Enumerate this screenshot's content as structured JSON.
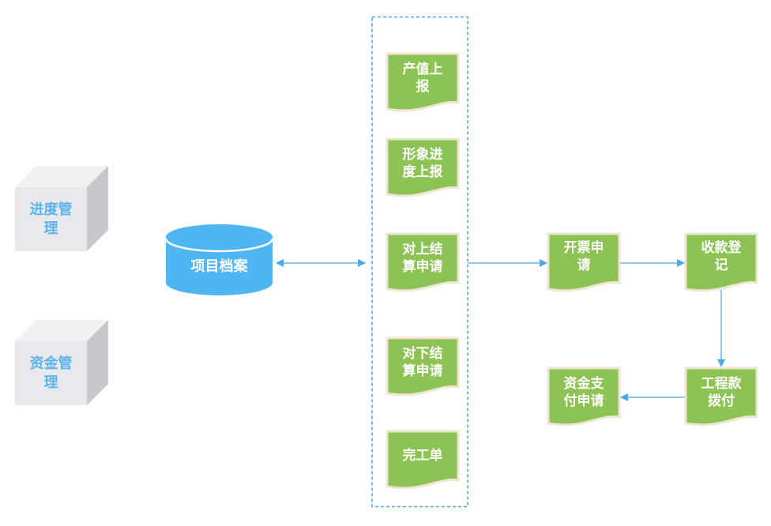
{
  "diagram": {
    "colors": {
      "cube_front": "#e9e9ed",
      "cube_top": "#f1f1f4",
      "cube_side": "#c7c7cc",
      "cube_text": "#5ab4ec",
      "database_fill": "#4fb6f2",
      "database_rim": "#ffffff",
      "document_fill": "#8dc255",
      "document_border": "#efe6d2",
      "connector": "#4aaae8",
      "container_border": "#4aaae8"
    },
    "cubes": [
      {
        "id": "progress-management",
        "label": "进度管\n理"
      },
      {
        "id": "fund-management",
        "label": "资金管\n理"
      }
    ],
    "database": {
      "id": "project-archive",
      "label": "项目档案"
    },
    "container": {
      "id": "settlement-group"
    },
    "group_documents": [
      {
        "id": "output-value-report",
        "label": "产值上\n报"
      },
      {
        "id": "image-progress-report",
        "label": "形象进\n度上报"
      },
      {
        "id": "upper-settlement-application",
        "label": "对上结\n算申请"
      },
      {
        "id": "lower-settlement-application",
        "label": "对下结\n算申请"
      },
      {
        "id": "completion-order",
        "label": "完工单"
      }
    ],
    "flow_documents": [
      {
        "id": "invoice-application",
        "label": "开票申\n请"
      },
      {
        "id": "payment-registration",
        "label": "收款登\n记"
      },
      {
        "id": "project-payment-disbursement",
        "label": "工程款\n拨付"
      },
      {
        "id": "fund-payment-application",
        "label": "资金支\n付申请"
      }
    ],
    "edges": [
      {
        "from": "project-archive",
        "to": "settlement-group",
        "type": "bidirectional"
      },
      {
        "from": "settlement-group",
        "to": "invoice-application",
        "type": "arrow"
      },
      {
        "from": "invoice-application",
        "to": "payment-registration",
        "type": "arrow"
      },
      {
        "from": "payment-registration",
        "to": "project-payment-disbursement",
        "type": "arrow"
      },
      {
        "from": "project-payment-disbursement",
        "to": "fund-payment-application",
        "type": "arrow"
      }
    ]
  }
}
